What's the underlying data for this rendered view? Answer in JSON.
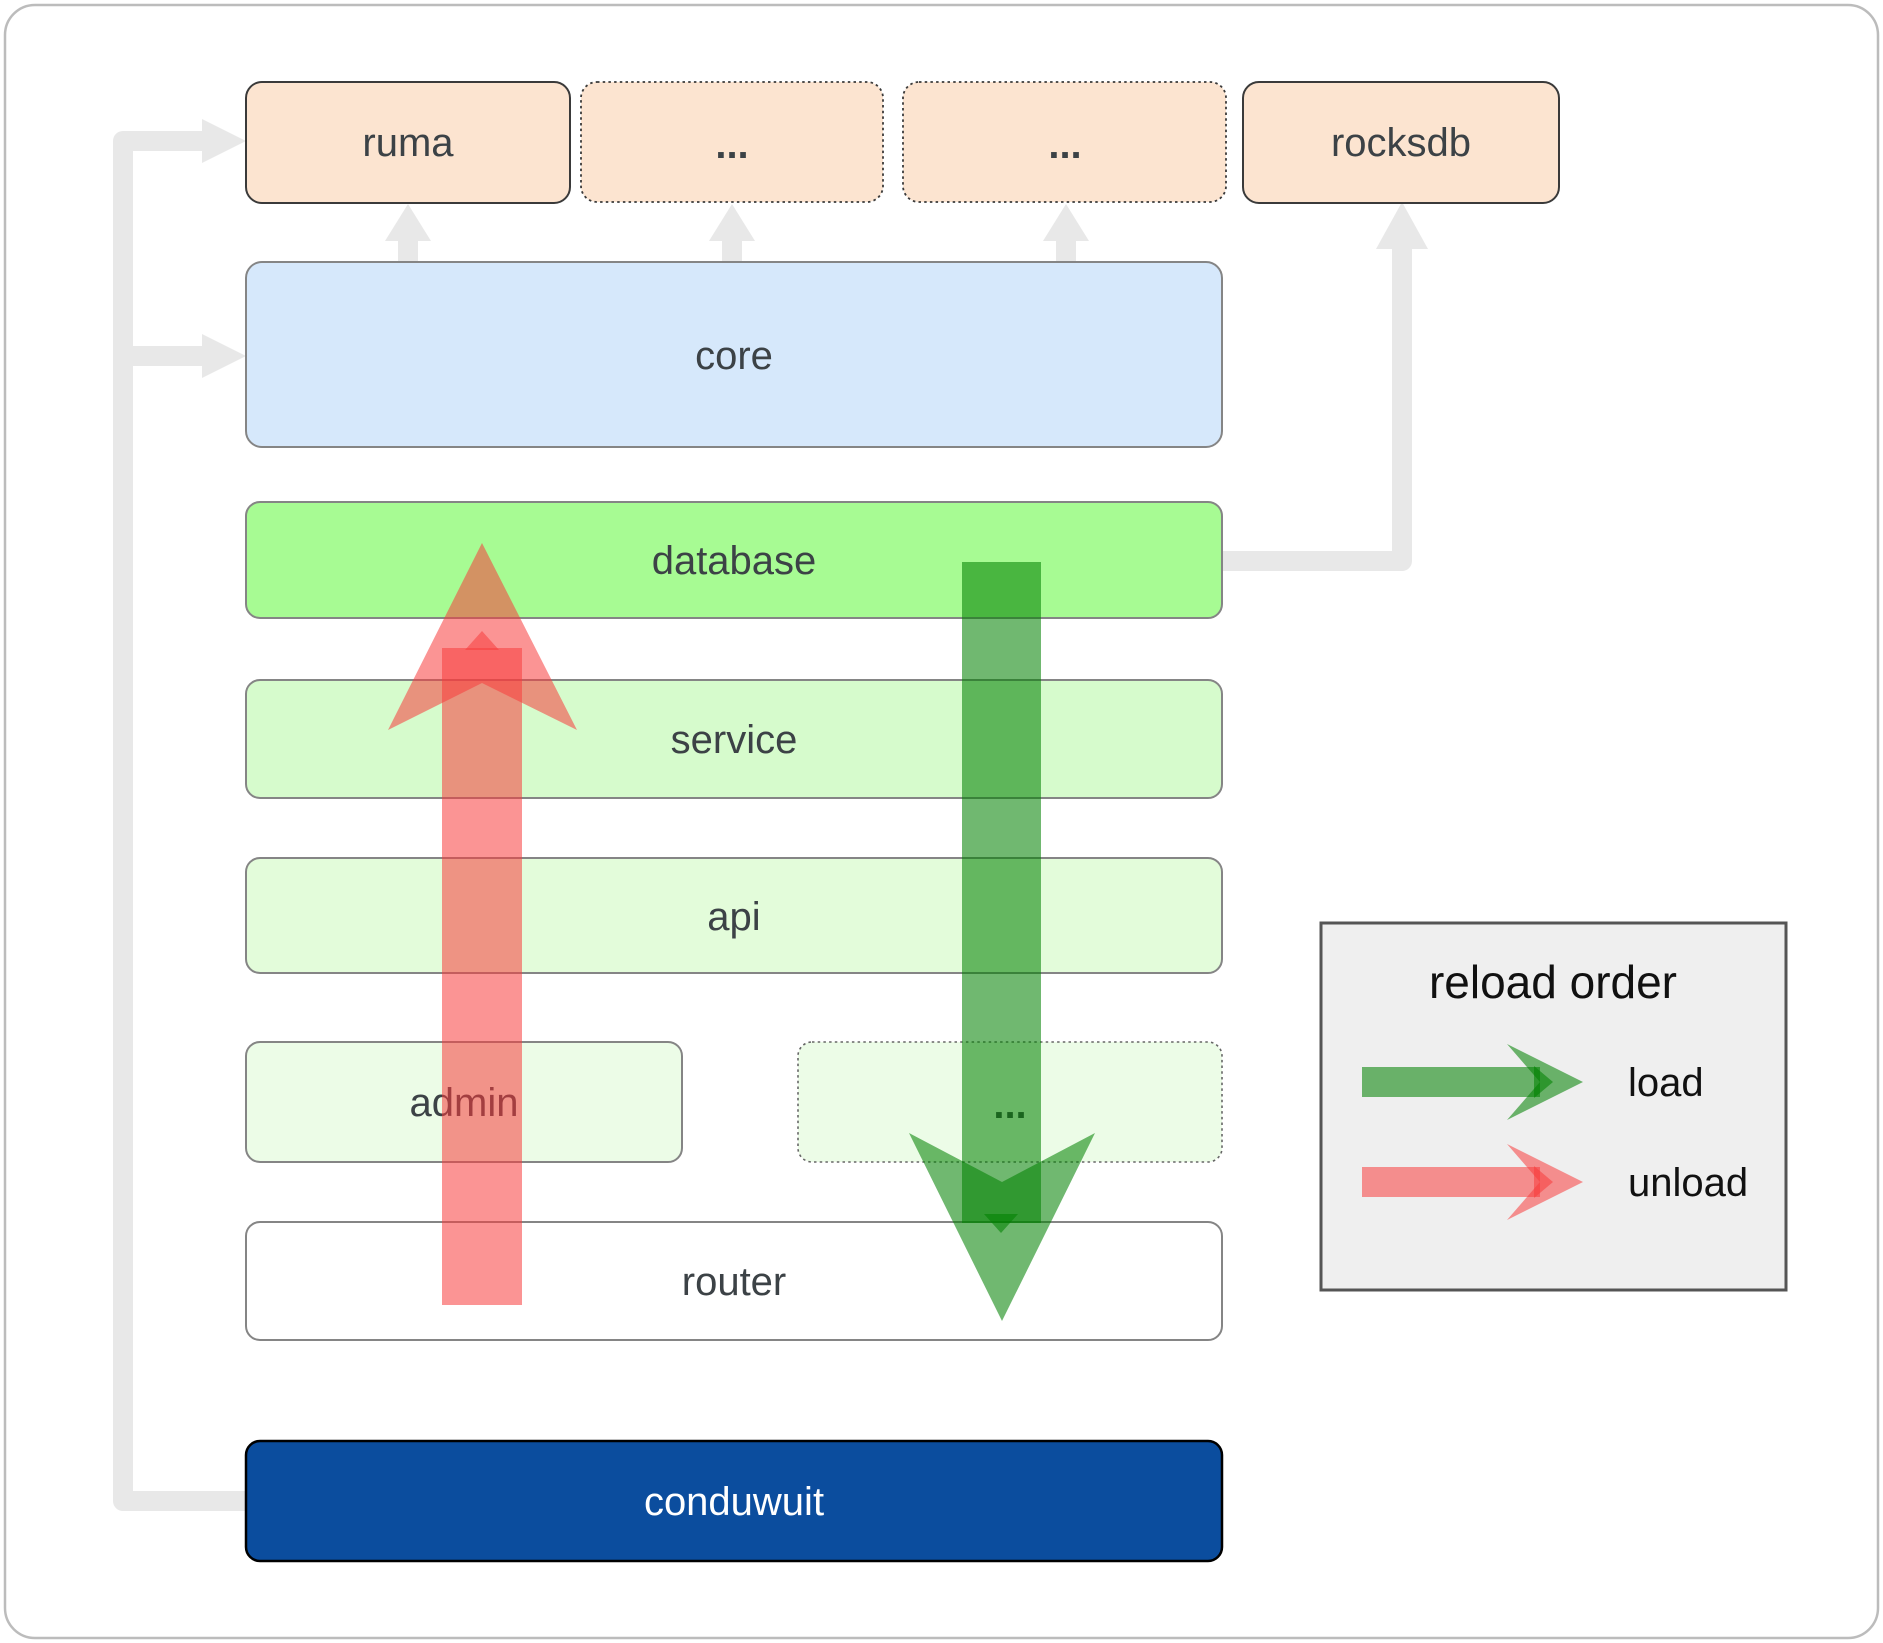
{
  "nodes": {
    "ruma": {
      "label": "ruma"
    },
    "ellipsis1": {
      "label": "..."
    },
    "ellipsis2": {
      "label": "..."
    },
    "rocksdb": {
      "label": "rocksdb"
    },
    "core": {
      "label": "core"
    },
    "database": {
      "label": "database"
    },
    "service": {
      "label": "service"
    },
    "api": {
      "label": "api"
    },
    "admin": {
      "label": "admin"
    },
    "ellipsis3": {
      "label": "..."
    },
    "router": {
      "label": "router"
    },
    "conduwuit": {
      "label": "conduwuit"
    }
  },
  "legend": {
    "title": "reload order",
    "load_label": "load",
    "unload_label": "unload"
  },
  "colors": {
    "peach": "#fce4d0",
    "blue": "#d6e8fb",
    "green_bright": "#a7fb93",
    "green_light": "#d6fbcc",
    "green_lighter": "#e3fcda",
    "green_faint": "#ecfce7",
    "white": "#ffffff",
    "navy": "#0b4d9e",
    "connector_gray": "#e8e8e8",
    "load_green": "#008000",
    "unload_red": "#f73c3c",
    "legend_bg": "#efefef",
    "frame_gray": "#bcbcbc"
  }
}
